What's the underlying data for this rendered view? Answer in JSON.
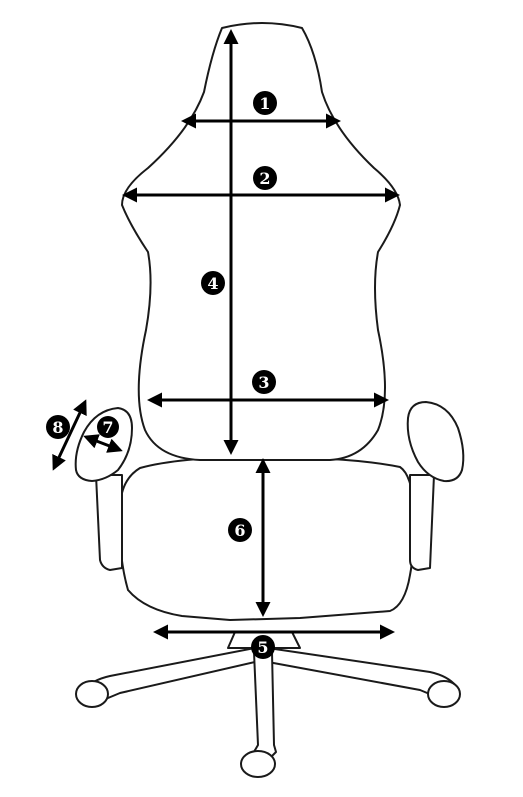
{
  "diagram": {
    "badges": [
      {
        "id": "1",
        "label": "1"
      },
      {
        "id": "2",
        "label": "2"
      },
      {
        "id": "3",
        "label": "3"
      },
      {
        "id": "4",
        "label": "4"
      },
      {
        "id": "5",
        "label": "5"
      },
      {
        "id": "6",
        "label": "6"
      },
      {
        "id": "7",
        "label": "7"
      },
      {
        "id": "8",
        "label": "8"
      }
    ]
  }
}
